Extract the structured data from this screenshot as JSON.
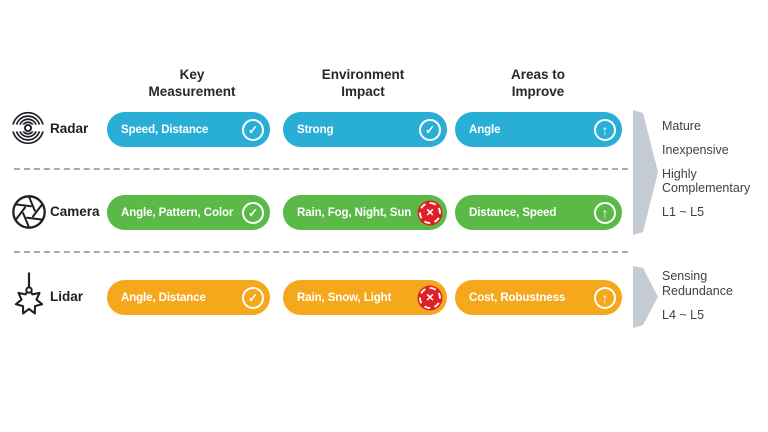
{
  "columns": [
    {
      "line1": "Key",
      "line2": "Measurement"
    },
    {
      "line1": "Environment",
      "line2": "Impact"
    },
    {
      "line1": "Areas to",
      "line2": "Improve"
    }
  ],
  "rows": [
    {
      "label": "Radar",
      "color": "#29AFD6",
      "icon": "radar-icon",
      "cells": [
        {
          "text": "Speed, Distance",
          "badge": "check"
        },
        {
          "text": "Strong",
          "badge": "check"
        },
        {
          "text": "Angle",
          "badge": "up"
        }
      ]
    },
    {
      "label": "Camera",
      "color": "#5BBA47",
      "icon": "camera-aperture-icon",
      "cells": [
        {
          "text": "Angle, Pattern, Color",
          "badge": "check"
        },
        {
          "text": "Rain, Fog, Night, Sun",
          "badge": "x"
        },
        {
          "text": "Distance, Speed",
          "badge": "up"
        }
      ]
    },
    {
      "label": "Lidar",
      "color": "#F6A81C",
      "icon": "lidar-burst-icon",
      "cells": [
        {
          "text": "Angle, Distance",
          "badge": "check"
        },
        {
          "text": "Rain, Snow, Light",
          "badge": "x"
        },
        {
          "text": "Cost, Robustness",
          "badge": "up"
        }
      ]
    }
  ],
  "badges": {
    "check": "✓",
    "up": "↑",
    "x": "✕"
  },
  "side_notes": [
    {
      "items": [
        "Mature",
        "Inexpensive",
        "Highly Complementary",
        "L1 ~ L5"
      ]
    },
    {
      "items": [
        "Sensing Redundance",
        "L4 ~ L5"
      ]
    }
  ],
  "colors": {
    "radar": "#29AFD6",
    "camera": "#5BBA47",
    "lidar": "#F6A81C",
    "alert_badge": "#DF1F26",
    "bracket": "#C5CBD3",
    "heading_text": "#26282e",
    "side_text": "#3c4148"
  }
}
